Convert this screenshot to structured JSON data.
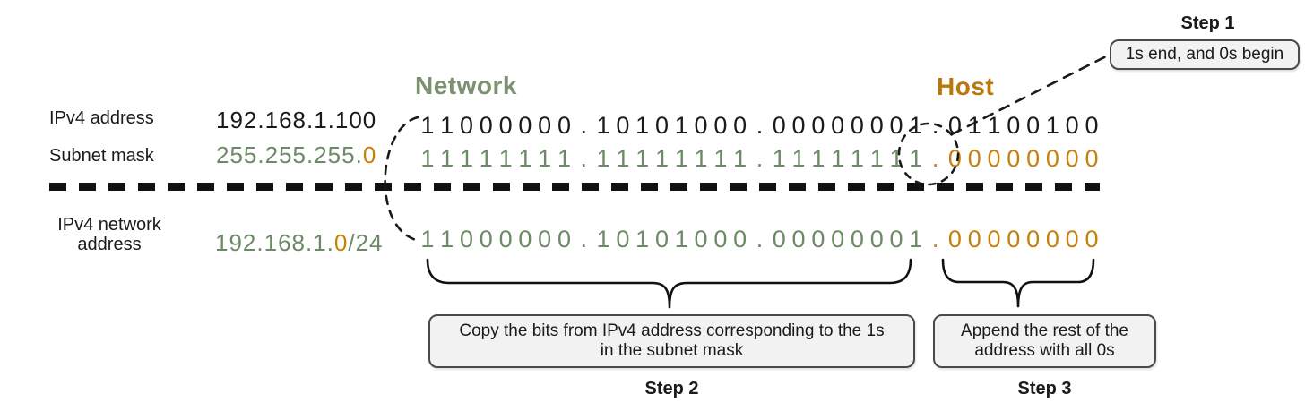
{
  "colors": {
    "black": "#1a1a1a",
    "green": "#6d8a67",
    "orange": "#c5810c",
    "green_header": "#7b9171",
    "orange_header": "#b9790a",
    "box_bg": "#f2f2f2",
    "box_border": "#4a4a4a"
  },
  "section_headers": {
    "network": "Network",
    "host": "Host"
  },
  "rows": [
    {
      "label": "IPv4 address",
      "value_segments": [
        {
          "text": "192.168.1.100",
          "color": "black"
        }
      ],
      "binary_segments": [
        {
          "text": "11000000.10101000.00000001.01100100",
          "color": "black"
        }
      ]
    },
    {
      "label": "Subnet mask",
      "value_segments": [
        {
          "text": "255.255.255.",
          "color": "green"
        },
        {
          "text": "0",
          "color": "orange"
        }
      ],
      "binary_segments": [
        {
          "text": "11111111.11111111.11111111",
          "color": "green"
        },
        {
          "text": ".00000000",
          "color": "orange"
        }
      ]
    },
    {
      "label": "IPv4 network address",
      "value_segments": [
        {
          "text": "192.168.1.",
          "color": "green"
        },
        {
          "text": "0",
          "color": "orange"
        },
        {
          "text": "/24",
          "color": "green"
        }
      ],
      "binary_segments": [
        {
          "text": "11000000.10101000.00000001",
          "color": "green"
        },
        {
          "text": ".00000000",
          "color": "orange"
        }
      ]
    }
  ],
  "steps": {
    "step1": {
      "label": "Step 1",
      "callout": "1s end, and 0s begin"
    },
    "step2": {
      "label": "Step 2",
      "callout_lines": [
        "Copy the bits from IPv4 address corresponding to the 1s",
        "in the subnet mask"
      ]
    },
    "step3": {
      "label": "Step 3",
      "callout_lines": [
        "Append the rest of the",
        "address with all 0s"
      ]
    }
  }
}
